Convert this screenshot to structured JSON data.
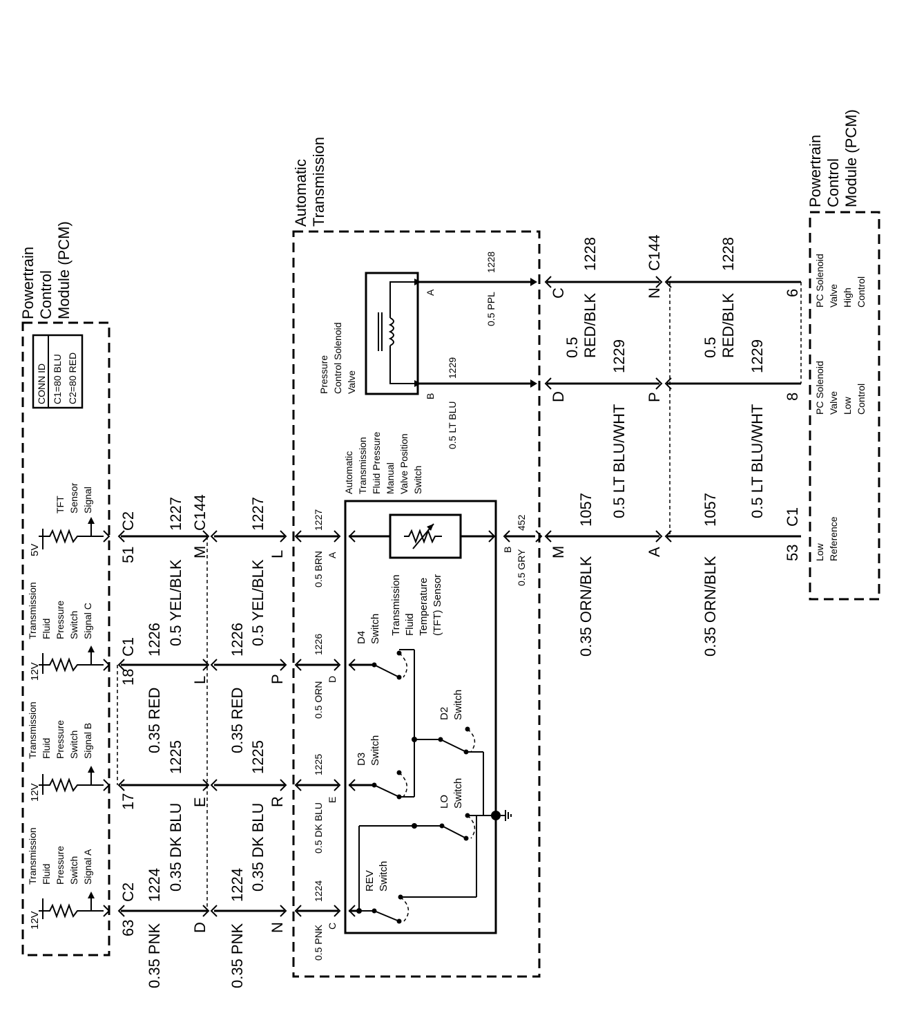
{
  "modules": {
    "pcm_left": {
      "title": [
        "Powertrain",
        "Control",
        "Module (PCM)"
      ]
    },
    "transmission": {
      "title": [
        "Automatic",
        "Transmission"
      ]
    },
    "pcm_right": {
      "title": [
        "Powertrain",
        "Control",
        "Module (PCM)"
      ]
    }
  },
  "conn_id": {
    "header": "CONN ID",
    "lines": [
      "C1=80 BLU",
      "C2=80 RED"
    ]
  },
  "pcm_inputs": [
    {
      "voltage": "12V",
      "label": [
        "Transmission",
        "Fluid",
        "Pressure",
        "Switch",
        "Signal A"
      ]
    },
    {
      "voltage": "12V",
      "label": [
        "Transmission",
        "Fluid",
        "Pressure",
        "Switch",
        "Signal B"
      ]
    },
    {
      "voltage": "12V",
      "label": [
        "Transmission",
        "Fluid",
        "Pressure",
        "Switch",
        "Signal C"
      ]
    },
    {
      "voltage": "5V",
      "label": [
        "TFT",
        "Sensor",
        "Signal"
      ]
    }
  ],
  "left_circuits": [
    {
      "pin": "63",
      "conn": "C2",
      "circuit": "1224",
      "wire1": "0.35 PNK",
      "c144a": "D",
      "c144b": "N",
      "wire2": "0.35 PNK",
      "circuit2": "1224",
      "trans_wire": "0.5 PNK",
      "trans_circuit": "1224",
      "trans_pin": "C"
    },
    {
      "pin": "17",
      "conn": "",
      "circuit": "1225",
      "wire1": "0.35 DK BLU",
      "c144a": "E",
      "c144b": "R",
      "wire2": "0.35 DK BLU",
      "circuit2": "1225",
      "trans_wire": "0.5 DK BLU",
      "trans_circuit": "1225",
      "trans_pin": "E"
    },
    {
      "pin": "18",
      "conn": "C1",
      "circuit": "1226",
      "wire1": "0.35 RED",
      "c144a": "L",
      "c144b": "P",
      "wire2": "0.35 RED",
      "circuit2": "1226",
      "trans_wire": "0.5 ORN",
      "trans_circuit": "1226",
      "trans_pin": "D"
    },
    {
      "pin": "51",
      "conn": "C2",
      "circuit": "1227",
      "wire1": "0.5 YEL/BLK",
      "c144a": "M",
      "c144b": "L",
      "wire2": "0.5 YEL/BLK",
      "circuit2": "1227",
      "trans_wire": "0.5 BRN",
      "trans_circuit": "1227",
      "trans_pin": "A"
    }
  ],
  "c144_label": "C144",
  "switches": {
    "rev": [
      "REV",
      "Switch"
    ],
    "lo": [
      "LO",
      "Switch"
    ],
    "d3": [
      "D3",
      "Switch"
    ],
    "d2": [
      "D2",
      "Switch"
    ],
    "d4": [
      "D4",
      "Switch"
    ]
  },
  "switch_assembly": [
    "Automatic",
    "Transmission",
    "Fluid Pressure",
    "Manual",
    "Valve Position",
    "Switch"
  ],
  "tft_sensor": {
    "label": [
      "Transmission",
      "Fluid",
      "Temperature",
      "(TFT) Sensor"
    ],
    "pin_b": "B",
    "wire": "0.5 GRY",
    "circuit": "452"
  },
  "solenoid": {
    "label": [
      "Pressure",
      "Control Solenoid",
      "Valve"
    ],
    "pin_a": "A",
    "pin_b": "B",
    "wire_a": "0.5 PPL",
    "circuit_a": "1228",
    "wire_b": "0.5 LT BLU",
    "circuit_b": "1229"
  },
  "right_circuits": [
    {
      "conn_pin": "C",
      "c144_pin": "N",
      "wire_a": "0.5",
      "wire_b": "RED/BLK",
      "circuit": "1228",
      "pcm_pin": "6",
      "pcm_label": [
        "PC Solenoid",
        "Valve",
        "High",
        "Control"
      ]
    },
    {
      "conn_pin": "D",
      "c144_pin": "P",
      "wire": "0.5 LT BLU/WHT",
      "circuit": "1229",
      "pcm_pin": "8",
      "pcm_label": [
        "PC Solenoid",
        "Valve",
        "Low",
        "Control"
      ]
    },
    {
      "conn_pin": "M",
      "c144_pin": "A",
      "wire": "0.35 ORN/BLK",
      "circuit": "1057",
      "pcm_pin": "53",
      "pcm_conn": "C1",
      "pcm_label": [
        "Low",
        "Reference"
      ]
    }
  ]
}
